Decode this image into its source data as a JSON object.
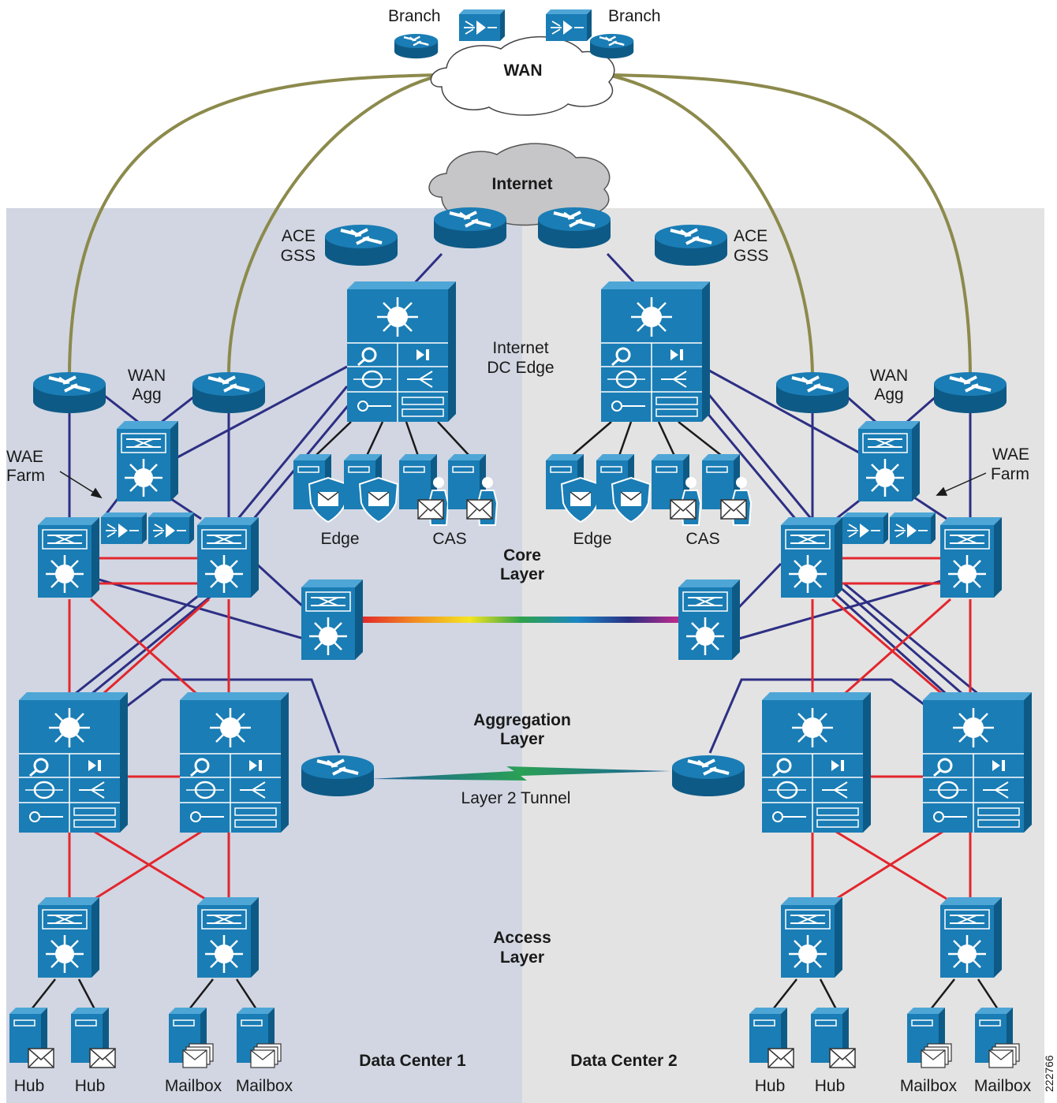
{
  "labels": {
    "branch_left": "Branch",
    "branch_right": "Branch",
    "wan": "WAN",
    "internet": "Internet",
    "ace_left": "ACE",
    "gss_left": "GSS",
    "ace_right": "ACE",
    "gss_right": "GSS",
    "internet_dc_edge_1": "Internet",
    "internet_dc_edge_2": "DC Edge",
    "wan_agg_left_1": "WAN",
    "wan_agg_left_2": "Agg",
    "wan_agg_right_1": "WAN",
    "wan_agg_right_2": "Agg",
    "wae_farm_left_1": "WAE",
    "wae_farm_left_2": "Farm",
    "wae_farm_right_1": "WAE",
    "wae_farm_right_2": "Farm",
    "edge_left": "Edge",
    "cas_left": "CAS",
    "edge_right": "Edge",
    "cas_right": "CAS",
    "core_layer_1": "Core",
    "core_layer_2": "Layer",
    "aggregation_layer_1": "Aggregation",
    "aggregation_layer_2": "Layer",
    "layer2_tunnel": "Layer 2 Tunnel",
    "access_layer_1": "Access",
    "access_layer_2": "Layer",
    "data_center_1": "Data Center 1",
    "data_center_2": "Data Center 2",
    "hub_1": "Hub",
    "hub_2": "Hub",
    "mailbox_1": "Mailbox",
    "mailbox_2": "Mailbox",
    "hub_3": "Hub",
    "hub_4": "Hub",
    "mailbox_3": "Mailbox",
    "mailbox_4": "Mailbox",
    "figure_id": "222766"
  },
  "colors": {
    "device_blue": "#1a7db5",
    "device_dark": "#0e5a86",
    "dc1_bg": "#d1d6e2",
    "dc2_bg": "#e3e3e3",
    "wan_link": "#8c8a4c",
    "core_link": "#2d2f84",
    "red_link": "#e3262d",
    "black_link": "#1a1a1a"
  }
}
